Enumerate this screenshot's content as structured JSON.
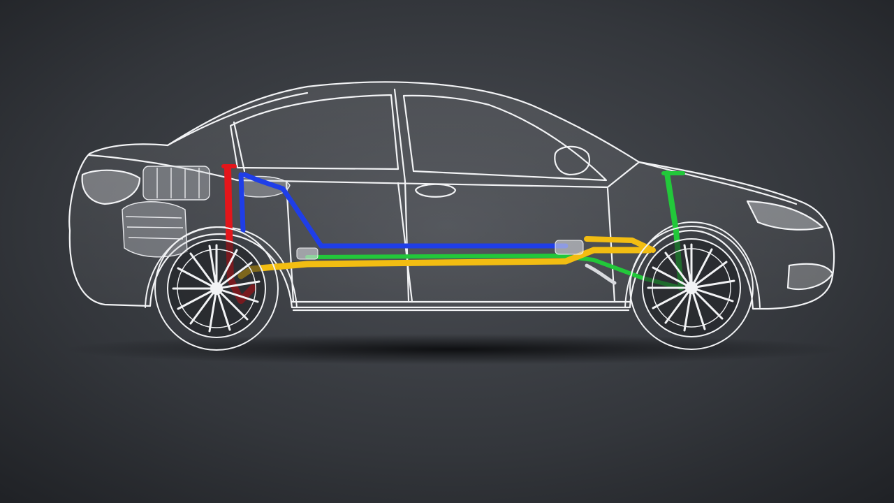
{
  "scene": {
    "subject": "car-xray-brake-lines",
    "colors": {
      "background_center": "#4a4d53",
      "background_edge": "#1f2125",
      "outline": "#f2f3f5",
      "red_line": "#e4161b",
      "blue_line": "#1f3ee8",
      "green_line": "#22c83a",
      "yellow_line": "#f2bd12"
    },
    "icons": [
      "car-body-outline",
      "wheel-icon",
      "engine-block",
      "brake-line"
    ]
  }
}
